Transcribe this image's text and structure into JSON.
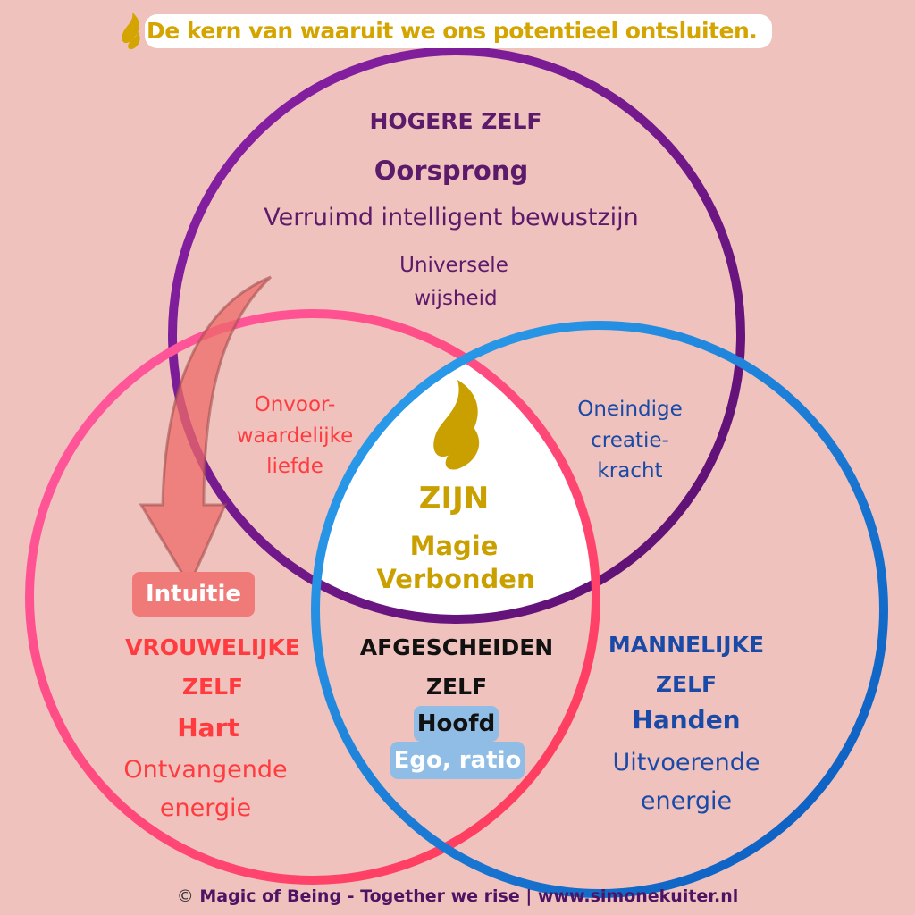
{
  "header": {
    "title": "De kern van waaruit we ons potentieel ontsluiten.",
    "icon": "flame-icon"
  },
  "higher_self": {
    "heading": "HOGERE ZELF",
    "subheading": "Oorsprong",
    "line1": "Verruimd intelligent bewustzijn",
    "line2": "Universele",
    "line3": "wijsheid",
    "color": "#5c1a6b"
  },
  "overlap_left": {
    "line1": "Onvoor-",
    "line2": "waardelijke",
    "line3": "liefde"
  },
  "overlap_right": {
    "line1": "Oneindige",
    "line2": "creatie-",
    "line3": "kracht"
  },
  "center": {
    "heading": "ZIJN",
    "line1": "Magie",
    "line2": "Verbonden",
    "color": "#c9a000"
  },
  "intuition": {
    "label": "Intuitie"
  },
  "female_self": {
    "heading1": "VROUWELIJKE",
    "heading2": "ZELF",
    "subheading": "Hart",
    "line1": "Ontvangende",
    "line2": "energie",
    "color": "#ff3b3f"
  },
  "separate_self": {
    "heading1": "AFGESCHEIDEN",
    "heading2": "ZELF",
    "box1": "Hoofd",
    "box2": "Ego, ratio"
  },
  "male_self": {
    "heading1": "MANNELIJKE",
    "heading2": "ZELF",
    "subheading": "Handen",
    "line1": "Uitvoerende",
    "line2": "energie",
    "color": "#1a4aa8"
  },
  "footer": {
    "symbol": "©",
    "text": "Magic of Being - Together we rise | www.simonekuiter.nl"
  }
}
